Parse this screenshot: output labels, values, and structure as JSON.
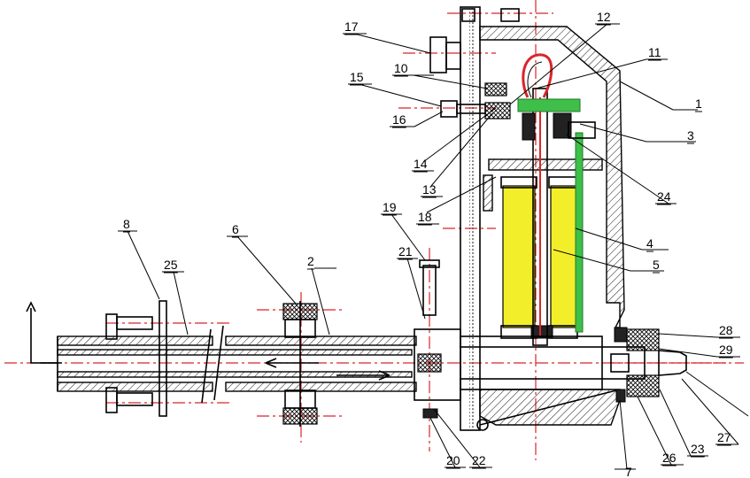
{
  "labels": [
    "1",
    "2",
    "3",
    "4",
    "5",
    "6",
    "7",
    "8",
    "10",
    "11",
    "12",
    "13",
    "14",
    "15",
    "16",
    "17",
    "18",
    "19",
    "20",
    "21",
    "22",
    "23",
    "24",
    "25",
    "26",
    "27",
    "28",
    "29"
  ],
  "colors": {
    "centerline": "#d9252a",
    "coil": "#f3ee2a",
    "circuit": "#3fbf4a",
    "line": "#000000"
  }
}
